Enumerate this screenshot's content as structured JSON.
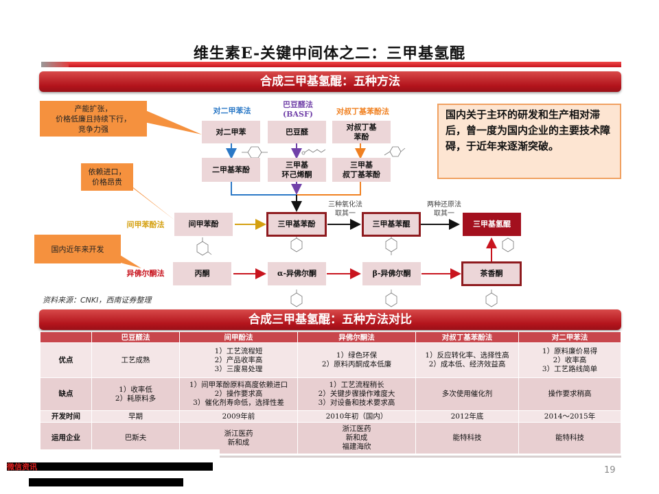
{
  "title": "维生素E-关键中间体之二：三甲基氢醌",
  "banner1": "合成三甲基氢醌：五种方法",
  "banner2": "合成三甲基氢醌：五种方法对比",
  "callouts": {
    "c1": "产能扩张，\n价格低廉且持续下行，\n竞争力强",
    "c2": "依赖进口，\n价格昂贵",
    "c3": "国内近年来开发"
  },
  "methods": {
    "pxylene": {
      "label": "对二甲苯法",
      "start": "对二甲苯",
      "mid": "二甲基苯酚",
      "color": "#2a78c6"
    },
    "crotonal": {
      "label": "巴豆醛法",
      "sub": "(BASF)",
      "start": "巴豆醛",
      "mid": "三甲基\n环己烯酮",
      "color": "#7040a8"
    },
    "tbp": {
      "label": "对叔丁基苯酚法",
      "start": "对叔丁基\n苯酚",
      "mid": "三甲基\n叔丁基苯酚",
      "color": "#f08020"
    },
    "mcresol": {
      "label": "间甲苯酚法",
      "start": "间甲苯酚",
      "color": "#d4a010"
    },
    "isophorone": {
      "label": "异佛尔酮法",
      "start": "丙酮",
      "a": "α-异佛尔酮",
      "b": "β-异佛尔酮",
      "c": "茶香酮",
      "color": "#c8141e"
    }
  },
  "main_chain": {
    "tmp": "三甲基苯酚",
    "tmbq": "三甲基苯醌",
    "tmhq": "三甲基氢醌",
    "step1": "三种氧化法\n取其一",
    "step2": "两种还原法\n取其一"
  },
  "note": "国内关于主环的研发和生产相对滞后，曾一度为国内企业的主要技术障碍，于近年来逐渐突破。",
  "source": "资料来源：CNKI，西南证券整理",
  "table": {
    "headers": [
      "",
      "巴豆醛法",
      "间甲酚法",
      "异佛尔酮法",
      "对叔丁基苯酚法",
      "对二甲苯法"
    ],
    "rows": [
      {
        "label": "优点",
        "cells": [
          "工艺成熟",
          "1）工艺流程短\n2）产品收率高\n3）三废易处理",
          "1）绿色环保\n2）原料丙酮成本低廉",
          "1）反应转化率、选择性高\n2）成本低、经济效益高",
          "1）原料廉价易得\n2）收率高\n3）工艺路线简单"
        ]
      },
      {
        "label": "缺点",
        "cells": [
          "1）收率低\n2）耗原料多",
          "1）间甲苯酚原料高度依赖进口\n2）操作要求高\n3）催化剂寿命低，选择性差",
          "1）工艺流程稍长\n2）关键步骤操作难度大\n3）对设备和技术要求高",
          "多次使用催化剂",
          "操作要求稍高"
        ]
      },
      {
        "label": "开发时间",
        "cells": [
          "早期",
          "2009年前",
          "2010年初（国内）",
          "2012年底",
          "2014～2015年"
        ]
      },
      {
        "label": "运用企业",
        "cells": [
          "巴斯夫",
          "浙江医药\n新和成",
          "浙江医药\n新和成\n福建海欣",
          "能特科技",
          "能特科技"
        ]
      }
    ]
  },
  "footer": {
    "page": "19",
    "watermark": "微信资讯"
  }
}
